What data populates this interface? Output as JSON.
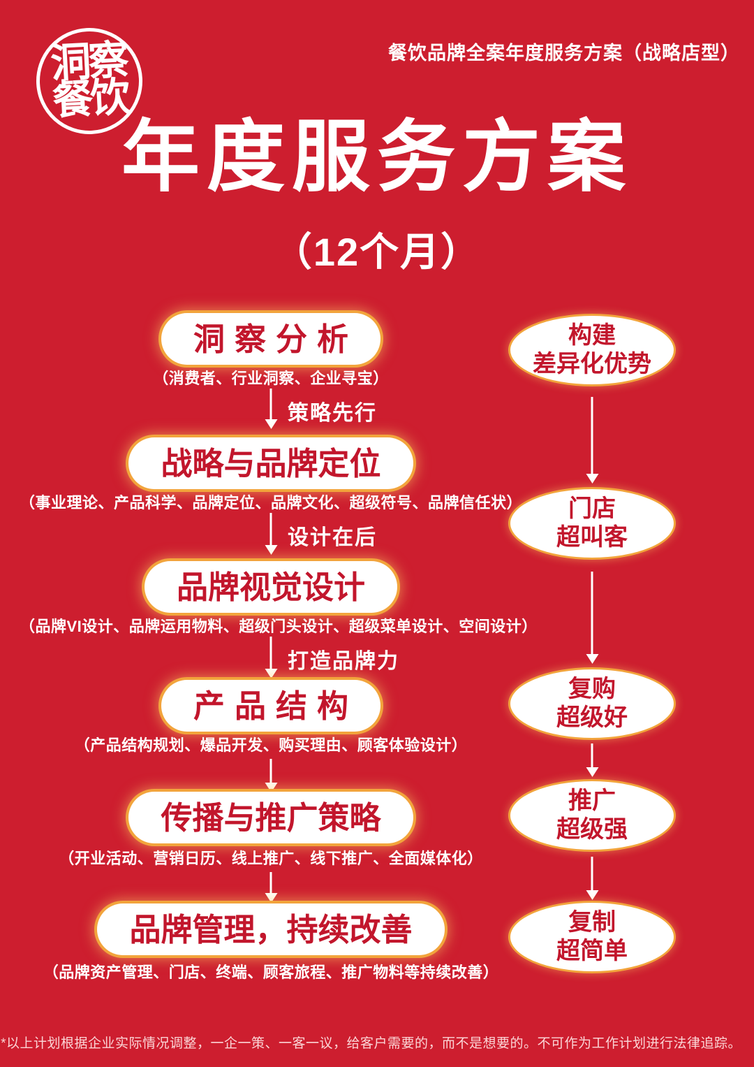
{
  "colors": {
    "background": "#cd1e2f",
    "accent_gold": "#f2a43c",
    "text_red": "#c2162c",
    "text_white": "#ffffff"
  },
  "logo": {
    "name": "洞察餐饮",
    "top": "洞察",
    "bottom": "餐饮"
  },
  "header": {
    "tag": "餐饮品牌全案年度服务方案（战略店型）"
  },
  "title": {
    "main": "年度服务方案",
    "sub": "（12个月）"
  },
  "flow": {
    "steps": [
      {
        "title": "洞察分析",
        "detail": "（消费者、行业洞察、企业寻宝）",
        "arrow_label": "策略先行"
      },
      {
        "title": "战略与品牌定位",
        "detail": "（事业理论、产品科学、品牌定位、品牌文化、超级符号、品牌信任状）",
        "arrow_label": "设计在后"
      },
      {
        "title": "品牌视觉设计",
        "detail": "（品牌VI设计、品牌运用物料、超级门头设计、超级菜单设计、空间设计）",
        "arrow_label": "打造品牌力"
      },
      {
        "title": "产品结构",
        "detail": "（产品结构规划、爆品开发、购买理由、顾客体验设计）",
        "arrow_label": ""
      },
      {
        "title": "传播与推广策略",
        "detail": "（开业活动、营销日历、线上推广、线下推广、全面媒体化）",
        "arrow_label": ""
      },
      {
        "title": "品牌管理，持续改善",
        "detail": "（品牌资产管理、门店、终端、顾客旅程、推广物料等持续改善）",
        "arrow_label": ""
      }
    ],
    "outcomes": [
      {
        "line1": "构建",
        "line2": "差异化优势"
      },
      {
        "line1": "门店",
        "line2": "超叫客"
      },
      {
        "line1": "复购",
        "line2": "超级好"
      },
      {
        "line1": "推广",
        "line2": "超级强"
      },
      {
        "line1": "复制",
        "line2": "超简单"
      }
    ]
  },
  "footnote": "*以上计划根据企业实际情况调整，一企一策、一客一议，给客户需要的，而不是想要的。不可作为工作计划进行法律追踪。"
}
